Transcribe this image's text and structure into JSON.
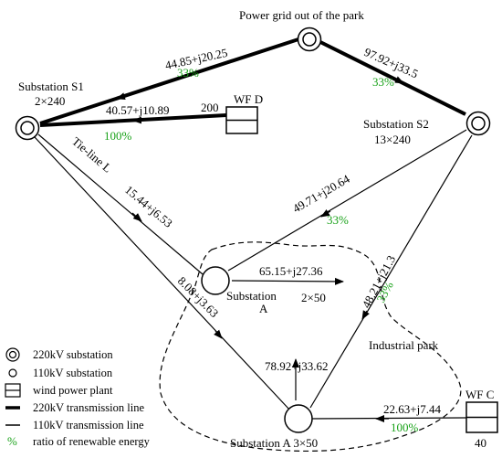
{
  "title": "Power grid out of the park",
  "nodes": {
    "s1": {
      "name": "Substation S1",
      "capacity": "2×240"
    },
    "s2": {
      "name": "Substation S2",
      "capacity": "13×240"
    },
    "sub_a_upper": {
      "name": "Substation",
      "name2": "A",
      "capacity": "2×50"
    },
    "sub_a_lower": {
      "name": "Substation A 3×50"
    },
    "wf_d": {
      "name": "WF D",
      "capacity": "200"
    },
    "wf_c": {
      "name": "WF C",
      "capacity": "40"
    },
    "park": {
      "name": "Industrial park"
    }
  },
  "lines": {
    "grid_s1": {
      "flow": "44.85+j20.25",
      "ratio": "33%"
    },
    "grid_s2": {
      "flow": "97.92+j33.5",
      "ratio": "33%"
    },
    "wfd_s1": {
      "flow": "40.57+j10.89",
      "ratio": "100%"
    },
    "tie": {
      "name": "Tie-line L",
      "flow": "15.44+j6.53"
    },
    "s2_a": {
      "flow": "49.71+j20.64",
      "ratio": "33%"
    },
    "s2_alow": {
      "flow": "48.21+j21.3",
      "ratio": "33%"
    },
    "a_out": {
      "flow": "65.15+j27.36"
    },
    "s1_alow": {
      "flow": "8.08+j3.63"
    },
    "alow_load": {
      "flow": "78.92+j33.62"
    },
    "wfc_alow": {
      "flow": "22.63+j7.44",
      "ratio": "100%"
    }
  },
  "legend": [
    {
      "symbol": "220kv-substation",
      "label": "220kV substation"
    },
    {
      "symbol": "110kv-substation",
      "label": "110kV substation"
    },
    {
      "symbol": "wind-power-plant",
      "label": "wind power plant"
    },
    {
      "symbol": "220kv-line",
      "label": "220kV transmission line"
    },
    {
      "symbol": "110kv-line",
      "label": "110kV transmission line"
    },
    {
      "symbol": "%",
      "label": "ratio of renewable energy"
    }
  ],
  "colors": {
    "renewable": "#1aa21a",
    "line": "#000000"
  }
}
